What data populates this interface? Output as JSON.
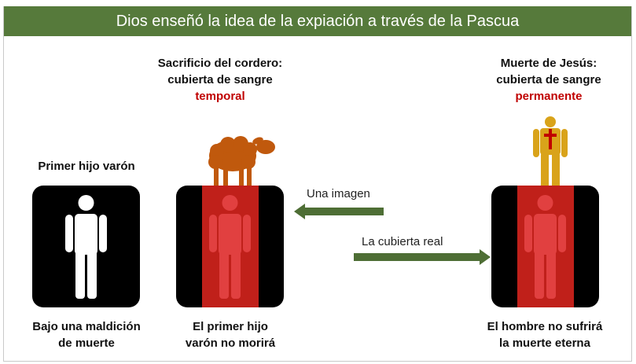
{
  "header": {
    "title": "Dios enseñó la idea de la expiación a través de la Pascua"
  },
  "left": {
    "title": "Primer hijo varón",
    "caption_line1": "Bajo una maldición",
    "caption_line2": "de muerte"
  },
  "middle": {
    "title_line1": "Sacrificio del cordero:",
    "title_line2": "cubierta de sangre",
    "title_highlight": "temporal",
    "caption_line1": "El primer hijo",
    "caption_line2": "varón no morirá"
  },
  "right": {
    "title_line1": "Muerte de Jesús:",
    "title_line2": "cubierta de sangre",
    "title_highlight": "permanente",
    "caption_line1": "El hombre no sufrirá",
    "caption_line2": "la muerte eterna"
  },
  "arrows": {
    "picture_label": "Una imagen",
    "real_label": "La cubierta real"
  },
  "colors": {
    "header_bg": "#567a3b",
    "arrow": "#4e6e35",
    "blood_cover": "#c0201a",
    "highlight_text": "#c00000",
    "lamb": "#c0590d",
    "jesus_figure": "#d9a31a"
  }
}
